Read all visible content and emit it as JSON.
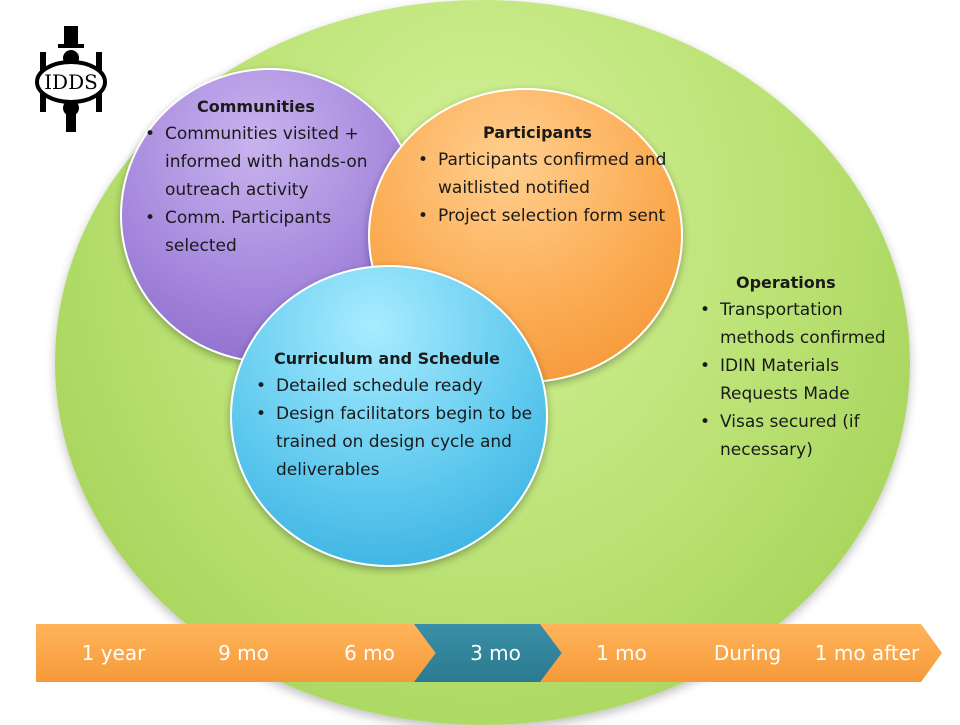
{
  "logo": {
    "text": "IDDS",
    "icon": "idds-logo-icon"
  },
  "communities": {
    "title": "Communities",
    "items": [
      "Communities visited + informed with hands-on outreach activity",
      "Comm. Participants selected"
    ]
  },
  "participants": {
    "title": "Participants",
    "items": [
      "Participants confirmed and waitlisted notified",
      "Project selection form sent"
    ]
  },
  "curriculum": {
    "title": "Curriculum and Schedule",
    "items": [
      "Detailed schedule ready",
      "Design facilitators begin to be trained on design cycle and deliverables"
    ]
  },
  "operations": {
    "title": "Operations",
    "items": [
      "Transportation methods confirmed",
      "IDIN Materials Requests Made",
      "Visas secured (if necessary)"
    ]
  },
  "timeline": {
    "steps": [
      "1 year",
      "9 mo",
      "6 mo",
      "3 mo",
      "1 mo",
      "During",
      "1 mo after"
    ],
    "active_index": 3
  },
  "colors": {
    "outer": "#b8e070",
    "communities": "#a486dc",
    "participants": "#fbab52",
    "curriculum": "#5fc9ee",
    "timeline": "#f59a3a",
    "timeline_active": "#2b7a90"
  }
}
